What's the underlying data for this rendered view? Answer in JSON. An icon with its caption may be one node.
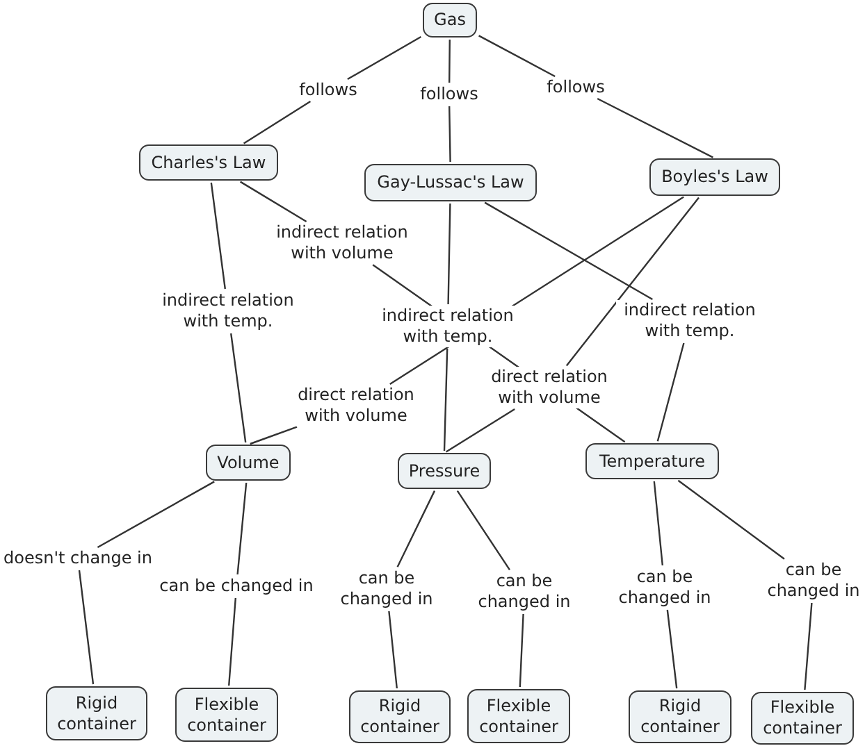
{
  "diagram": {
    "nodes": [
      {
        "text": [
          "Gas"
        ]
      },
      {
        "text": [
          "Charles's Law"
        ]
      },
      {
        "text": [
          "Gay-Lussac's Law"
        ]
      },
      {
        "text": [
          "Boyles's Law"
        ]
      },
      {
        "text": [
          "Volume"
        ]
      },
      {
        "text": [
          "Pressure"
        ]
      },
      {
        "text": [
          "Temperature"
        ]
      },
      {
        "text": [
          "Rigid container"
        ]
      },
      {
        "text": [
          "Flexible container"
        ]
      },
      {
        "text": [
          "Rigid container"
        ]
      },
      {
        "text": [
          "Flexible container"
        ]
      },
      {
        "text": [
          "Rigid container"
        ]
      },
      {
        "text": [
          "Flexible container"
        ]
      }
    ],
    "edges": [
      {
        "from": 0,
        "to": 1,
        "arrow": "none",
        "label": "follows"
      },
      {
        "from": 0,
        "to": 2,
        "arrow": "none",
        "label": "follows"
      },
      {
        "from": 0,
        "to": 3,
        "arrow": "none",
        "label": "follows"
      },
      {
        "from": 1,
        "to": 4,
        "arrow": "none",
        "label": "indirect relation with temp."
      },
      {
        "from": 1,
        "to": 6,
        "arrow": "none",
        "label": "indirect relation with volume"
      },
      {
        "from": 2,
        "to": 5,
        "arrow": "none",
        "label": "indirect relation with temp."
      },
      {
        "from": 2,
        "to": 6,
        "arrow": "none",
        "label": "indirect relation with temp."
      },
      {
        "from": 3,
        "to": 4,
        "arrow": "none",
        "label": "direct relation with volume"
      },
      {
        "from": 3,
        "to": 5,
        "arrow": "none",
        "label": "direct relation with volume"
      },
      {
        "from": 4,
        "to": 7,
        "arrow": "none",
        "label": "doesn't change in"
      },
      {
        "from": 4,
        "to": 8,
        "arrow": "none",
        "label": "can be changed in"
      },
      {
        "from": 5,
        "to": 9,
        "arrow": "none",
        "label": "can be changed in"
      },
      {
        "from": 5,
        "to": 10,
        "arrow": "none",
        "label": "can be changed in"
      },
      {
        "from": 6,
        "to": 11,
        "arrow": "none",
        "label": "can be changed in"
      },
      {
        "from": 6,
        "to": 12,
        "arrow": "none",
        "label": "can be changed in"
      }
    ]
  }
}
